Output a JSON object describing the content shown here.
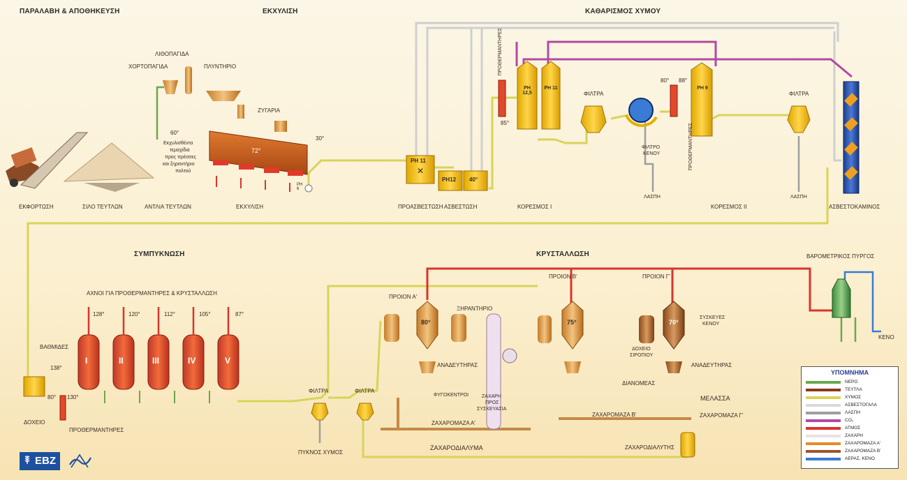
{
  "sections": {
    "reception": "ΠΑΡΑΛΑΒΗ & ΑΠΟΘΗΚΕΥΣΗ",
    "extraction": "ΕΚΧΥΛΙΣΗ",
    "purification": "ΚΑΘΑΡΙΣΜΟΣ ΧΥΜΟΥ",
    "evaporation": "ΣΥΜΠΥΚΝΩΣΗ",
    "crystallization": "ΚΡΥΣΤΑΛΛΩΣΗ"
  },
  "labels": {
    "unloading": "ΕΚΦΟΡΤΩΣΗ",
    "beet_silo": "ΣΙΛΟ ΤΕΥΤΛΩΝ",
    "beet_pump": "ΑΝΤΛΙΑ ΤΕΥΤΛΩΝ",
    "extraction": "ΕΚΧΥΛΙΣΗ",
    "stone_trap": "ΛΙΘΟΠΑΓΙΔΑ",
    "weed_trap": "ΧΟΡΤΟΠΑΓΙΔΑ",
    "washer": "ΠΛΥΝΤΗΡΙΟ",
    "scales": "ΖΥΓΑΡΙΑ",
    "pulp_note_1": "Εκχυλισθέντα",
    "pulp_note_2": "τεμαχίδια",
    "pulp_note_3": "προς πρέσσες",
    "pulp_note_4": "και ξηραντήριο",
    "pulp_note_5": "πολτού",
    "t60": "60°",
    "t72": "72°",
    "t30": "30°",
    "ph6": "PH 6",
    "prelim": "ΠΡΟΑΣΒΕΣΤΩΣΗ",
    "liming": "ΑΣΒΕΣΤΩΣΗ",
    "ph11": "PH 11",
    "ph12": "PH12",
    "t40": "40°",
    "preheaters_v": "ΠΡΟΘΕΡΜΑΝΤΗΡΕΣ",
    "t85": "85°",
    "ph125": "PH 12,5",
    "ph11b": "PH 11",
    "filters1": "ΦΙΛΤΡΑ",
    "carb1": "ΚΟΡΕΣΜΟΣ Ι",
    "vac_filter_1": "ΦΙΛΤΡΟ",
    "vac_filter_2": "ΚΕΝΟΥ",
    "mud1": "ΛΑΣΠΗ",
    "t80": "80°",
    "t88": "88°",
    "ph9": "PH 9",
    "preheaters_v2": "ΠΡΟΘΕΡΜΑΝΤΗΡΕΣ",
    "filters2": "ΦΙΛΤΡΑ",
    "mud2": "ΛΑΣΠΗ",
    "carb2": "ΚΟΡΕΣΜΟΣ ΙΙ",
    "lime_kiln": "ΑΣΒΕΣΤΟΚΑΜΙΝΟΣ",
    "vapors": "ΑΧΝΟΙ ΓΙΑ ΠΡΟΘΕΡΜΑΝΤΗΡΕΣ & ΚΡΥΣΤΑΛΛΩΣΗ",
    "stages": "ΒΑΘΜΙΔΕΣ",
    "t128": "128°",
    "t120": "120°",
    "t112": "112°",
    "t105": "105°",
    "t87": "87°",
    "t138": "138°",
    "t80b": "80°",
    "t130": "130°",
    "tank": "ΔΟΧΕΙΟ",
    "preheaters_h": "ΠΡΟΘΕΡΜΑΝΤΗΡΕΣ",
    "filters3": "ΦΙΛΤΡΑ",
    "thick_juice": "ΠΥΚΝΟΣ ΧΥΜΟΣ",
    "filters4": "ΦΙΛΤΡΑ",
    "product_a": "ΠΡΟΙΟΝ Α'",
    "product_b": "ΠΡΟΙΟΝ Β'",
    "product_c": "ΠΡΟΙΟΝ Γ'",
    "t80c": "80°",
    "t75": "75°",
    "t70": "70°",
    "dryer": "ΞΗΡΑΝΤΗΡΙΟ",
    "mixer1": "ΑΝΑΔΕΥΤΗΡΑΣ",
    "centrifuges": "ΦΥΓΟΚΕΝΤΡΟΙ",
    "sugar_pack_1": "ΖΑΧΑΡΗ",
    "sugar_pack_2": "ΠΡΟΣ",
    "sugar_pack_3": "ΣΥΣΚΕΥΑΣΙΑ",
    "massecuite_a": "ΖΑΧΑΡΟΜΑΖΑ Α'",
    "massecuite_b": "ΖΑΧΑΡΟΜΑΖΑ Β'",
    "massecuite_c": "ΖΑΧΑΡΟΜΑΖΑ Γ'",
    "syrup_tank_1": "ΔΟΧΕΙΟ",
    "syrup_tank_2": "ΣΙΡΟΠΙΟΥ",
    "vacuum_units_1": "ΣΥΣΚΕΥΕΣ",
    "vacuum_units_2": "ΚΕΝΟΥ",
    "mixer2": "ΑΝΑΔΕΥΤΗΡΑΣ",
    "distributor": "ΔΙΑΝΟΜΕΑΣ",
    "molasses": "ΜΕΛΑΣΣΑ",
    "sugar_solution": "ΖΑΧΑΡΟΔΙΑΛΥΜΑ",
    "dissolver": "ΖΑΧΑΡΟΔΙΑΛΥΤΗΣ",
    "barometric": "ΒΑΡΟΜΕΤΡΙΚΟΣ ΠΥΡΓΟΣ",
    "vacuum": "ΚΕΝΟ"
  },
  "stage_numerals": [
    "I",
    "II",
    "III",
    "IV",
    "V"
  ],
  "legend": {
    "title": "ΥΠΟΜΝΗΜΑ",
    "items": [
      {
        "label": "ΝΕΡΟ",
        "color": "#6aa84f"
      },
      {
        "label": "ΤΕΥΤΛΑ",
        "color": "#8b3a1e"
      },
      {
        "label": "ΧΥΜΟΣ",
        "color": "#d8d35a"
      },
      {
        "label": "ΑΣΒΕΣΤΟΓΑΛΑ",
        "color": "#d9d9d9"
      },
      {
        "label": "ΛΑΣΠΗ",
        "color": "#9e9e9e"
      },
      {
        "label": "CO₂",
        "color": "#b04aa3"
      },
      {
        "label": "ΑΤΜΟΣ",
        "color": "#d9342b"
      },
      {
        "label": "ΖΑΧΑΡΗ",
        "color": "#e9e0e6"
      },
      {
        "label": "ΖΑΧΑΡΟΜΑΖΑ Α'",
        "color": "#e48a2a"
      },
      {
        "label": "ΖΑΧΑΡΟΜΑΖΑ Β'",
        "color": "#a0522d"
      },
      {
        "label": "ΑΕΡΑΣ, ΚΕΝΟ",
        "color": "#3a7bd5"
      }
    ]
  },
  "logo": {
    "text": "EBZ"
  }
}
